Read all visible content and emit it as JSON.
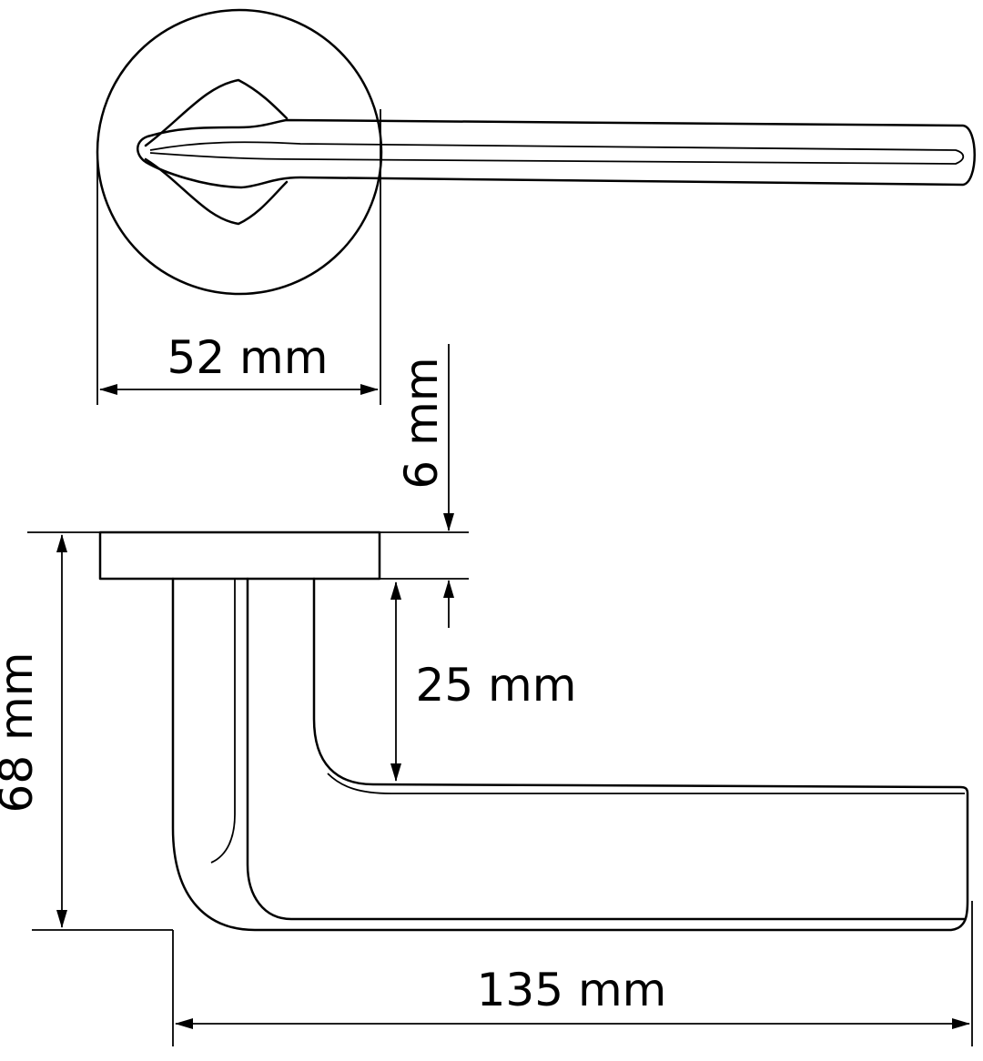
{
  "dimensions": {
    "rose_diameter": "52 mm",
    "rose_thickness": "6 mm",
    "projection": "25 mm",
    "height": "68 mm",
    "length": "135 mm"
  },
  "colors": {
    "line": "#000000",
    "background": "#ffffff"
  }
}
